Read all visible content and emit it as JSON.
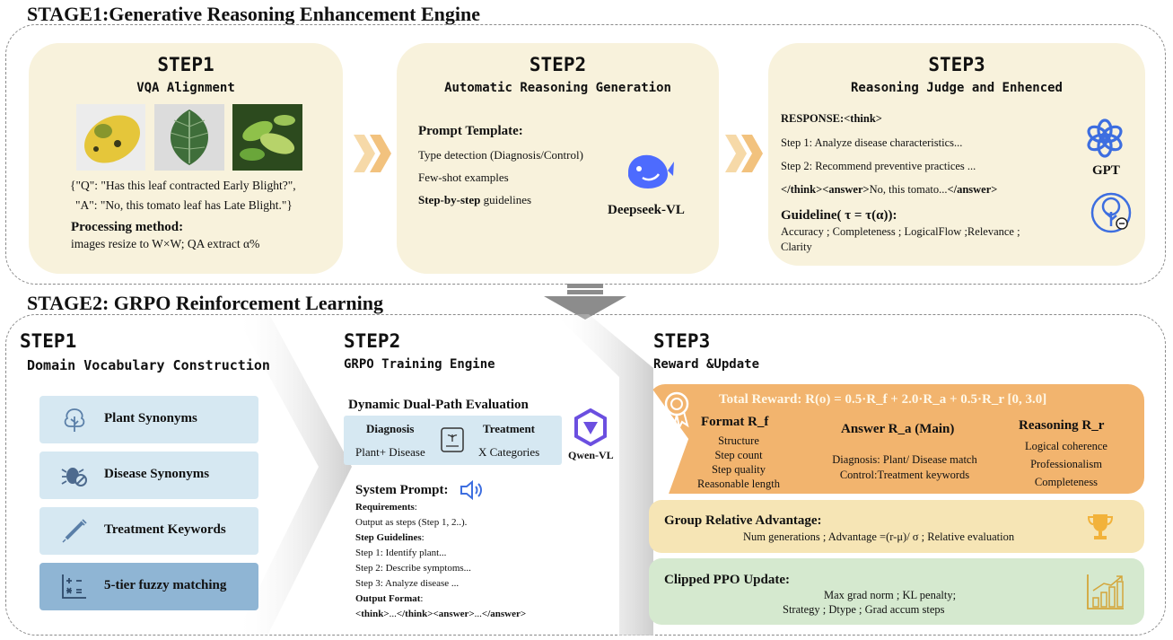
{
  "stage1": {
    "title": "STAGE1:Generative Reasoning Enhancement Engine",
    "step1": {
      "heading": "STEP1",
      "subheading": "VQA Alignment",
      "qa_q": "{\"Q\": \"Has this leaf contracted Early Blight?\",",
      "qa_a": "\"A\": \"No, this tomato leaf has Late Blight.\"}",
      "method_title": "Processing method:",
      "method_text": "images resize to W×W;   QA extract α%"
    },
    "step2": {
      "heading": "STEP2",
      "subheading": "Automatic Reasoning Generation",
      "prompt_title": "Prompt Template:",
      "item1": "Type detection (Diagnosis/Control)",
      "item2": "Few-shot examples",
      "item3_bold": "Step-by-step",
      "item3_rest": " guidelines",
      "model": "Deepseek-VL"
    },
    "step3": {
      "heading": "STEP3",
      "subheading": "Reasoning Judge and Enhenced",
      "response": "RESPONSE:<think>",
      "line1": "Step 1: Analyze disease characteristics...",
      "line2": "Step 2: Recommend preventive practices ...",
      "line3_a": "</think><answer>",
      "line3_b": "No, this tomato...",
      "line3_c": "</answer>",
      "gpt": "GPT",
      "guideline_title": "Guideline( τ = τ(α)):",
      "guideline_1": "Accuracy ; Completeness ; LogicalFlow  ;Relevance ;",
      "guideline_2": "Clarity"
    }
  },
  "stage2": {
    "title": "STAGE2: GRPO Reinforcement Learning",
    "step1": {
      "heading": "STEP1",
      "subheading": "Domain Vocabulary Construction",
      "items": [
        "Plant Synonyms",
        "Disease Synonyms",
        "Treatment Keywords",
        "5-tier fuzzy matching"
      ]
    },
    "step2": {
      "heading": "STEP2",
      "subheading": "GRPO Training Engine",
      "eval_title": "Dynamic Dual-Path Evaluation",
      "diagnosis": "Diagnosis",
      "diagnosis_sub": "Plant+ Disease",
      "treatment": "Treatment",
      "treatment_sub": "X Categories",
      "model": "Qwen-VL",
      "system_prompt": "System Prompt:",
      "requirements": "Requirements",
      "req_line": "Output as steps (Step 1, 2..).",
      "guidelines": "Step Guidelines",
      "g1": "Step 1: Identify plant...",
      "g2": "Step 2: Describe symptoms...",
      "g3": "Step 3: Analyze disease ...",
      "output_format": "Output Format",
      "format_line_a": "<think>",
      "format_line_b": "...",
      "format_line_c": "</think><answer>",
      "format_line_d": "...",
      "format_line_e": "</answer>"
    },
    "step3": {
      "heading": "STEP3",
      "subheading": "Reward &Update",
      "total_reward": "Total Reward: R(o) = 0.5·R_f + 2.0·R_a + 0.5·R_r [0, 3.0]",
      "format_title": "Format R_f",
      "format_items": [
        "Structure",
        "Step count",
        "Step quality",
        "Reasonable length"
      ],
      "answer_title": "Answer R_a (Main)",
      "answer_items": [
        "Diagnosis: Plant/ Disease match",
        "Control:Treatment keywords"
      ],
      "reasoning_title": "Reasoning R_r",
      "reasoning_items": [
        "Logical coherence",
        "Professionalism",
        "Completeness"
      ],
      "group_title": "Group Relative Advantage:",
      "group_text": "Num generations  ; Advantage =(r-μ)/ σ ; Relative evaluation",
      "ppo_title": "Clipped PPO Update:",
      "ppo_line1": "Max grad norm ; KL penalty;",
      "ppo_line2": "Strategy ; Dtype ; Grad accum steps"
    }
  },
  "colors": {
    "cream": "#f8f2dc",
    "chevron": "#f2c27e",
    "vocab_bg": "#d6e8f2",
    "reward_orange": "#f2b46e",
    "group_yellow": "#f6e5b5",
    "ppo_green": "#d5e9cf",
    "blue_logo": "#3d6ee0"
  }
}
